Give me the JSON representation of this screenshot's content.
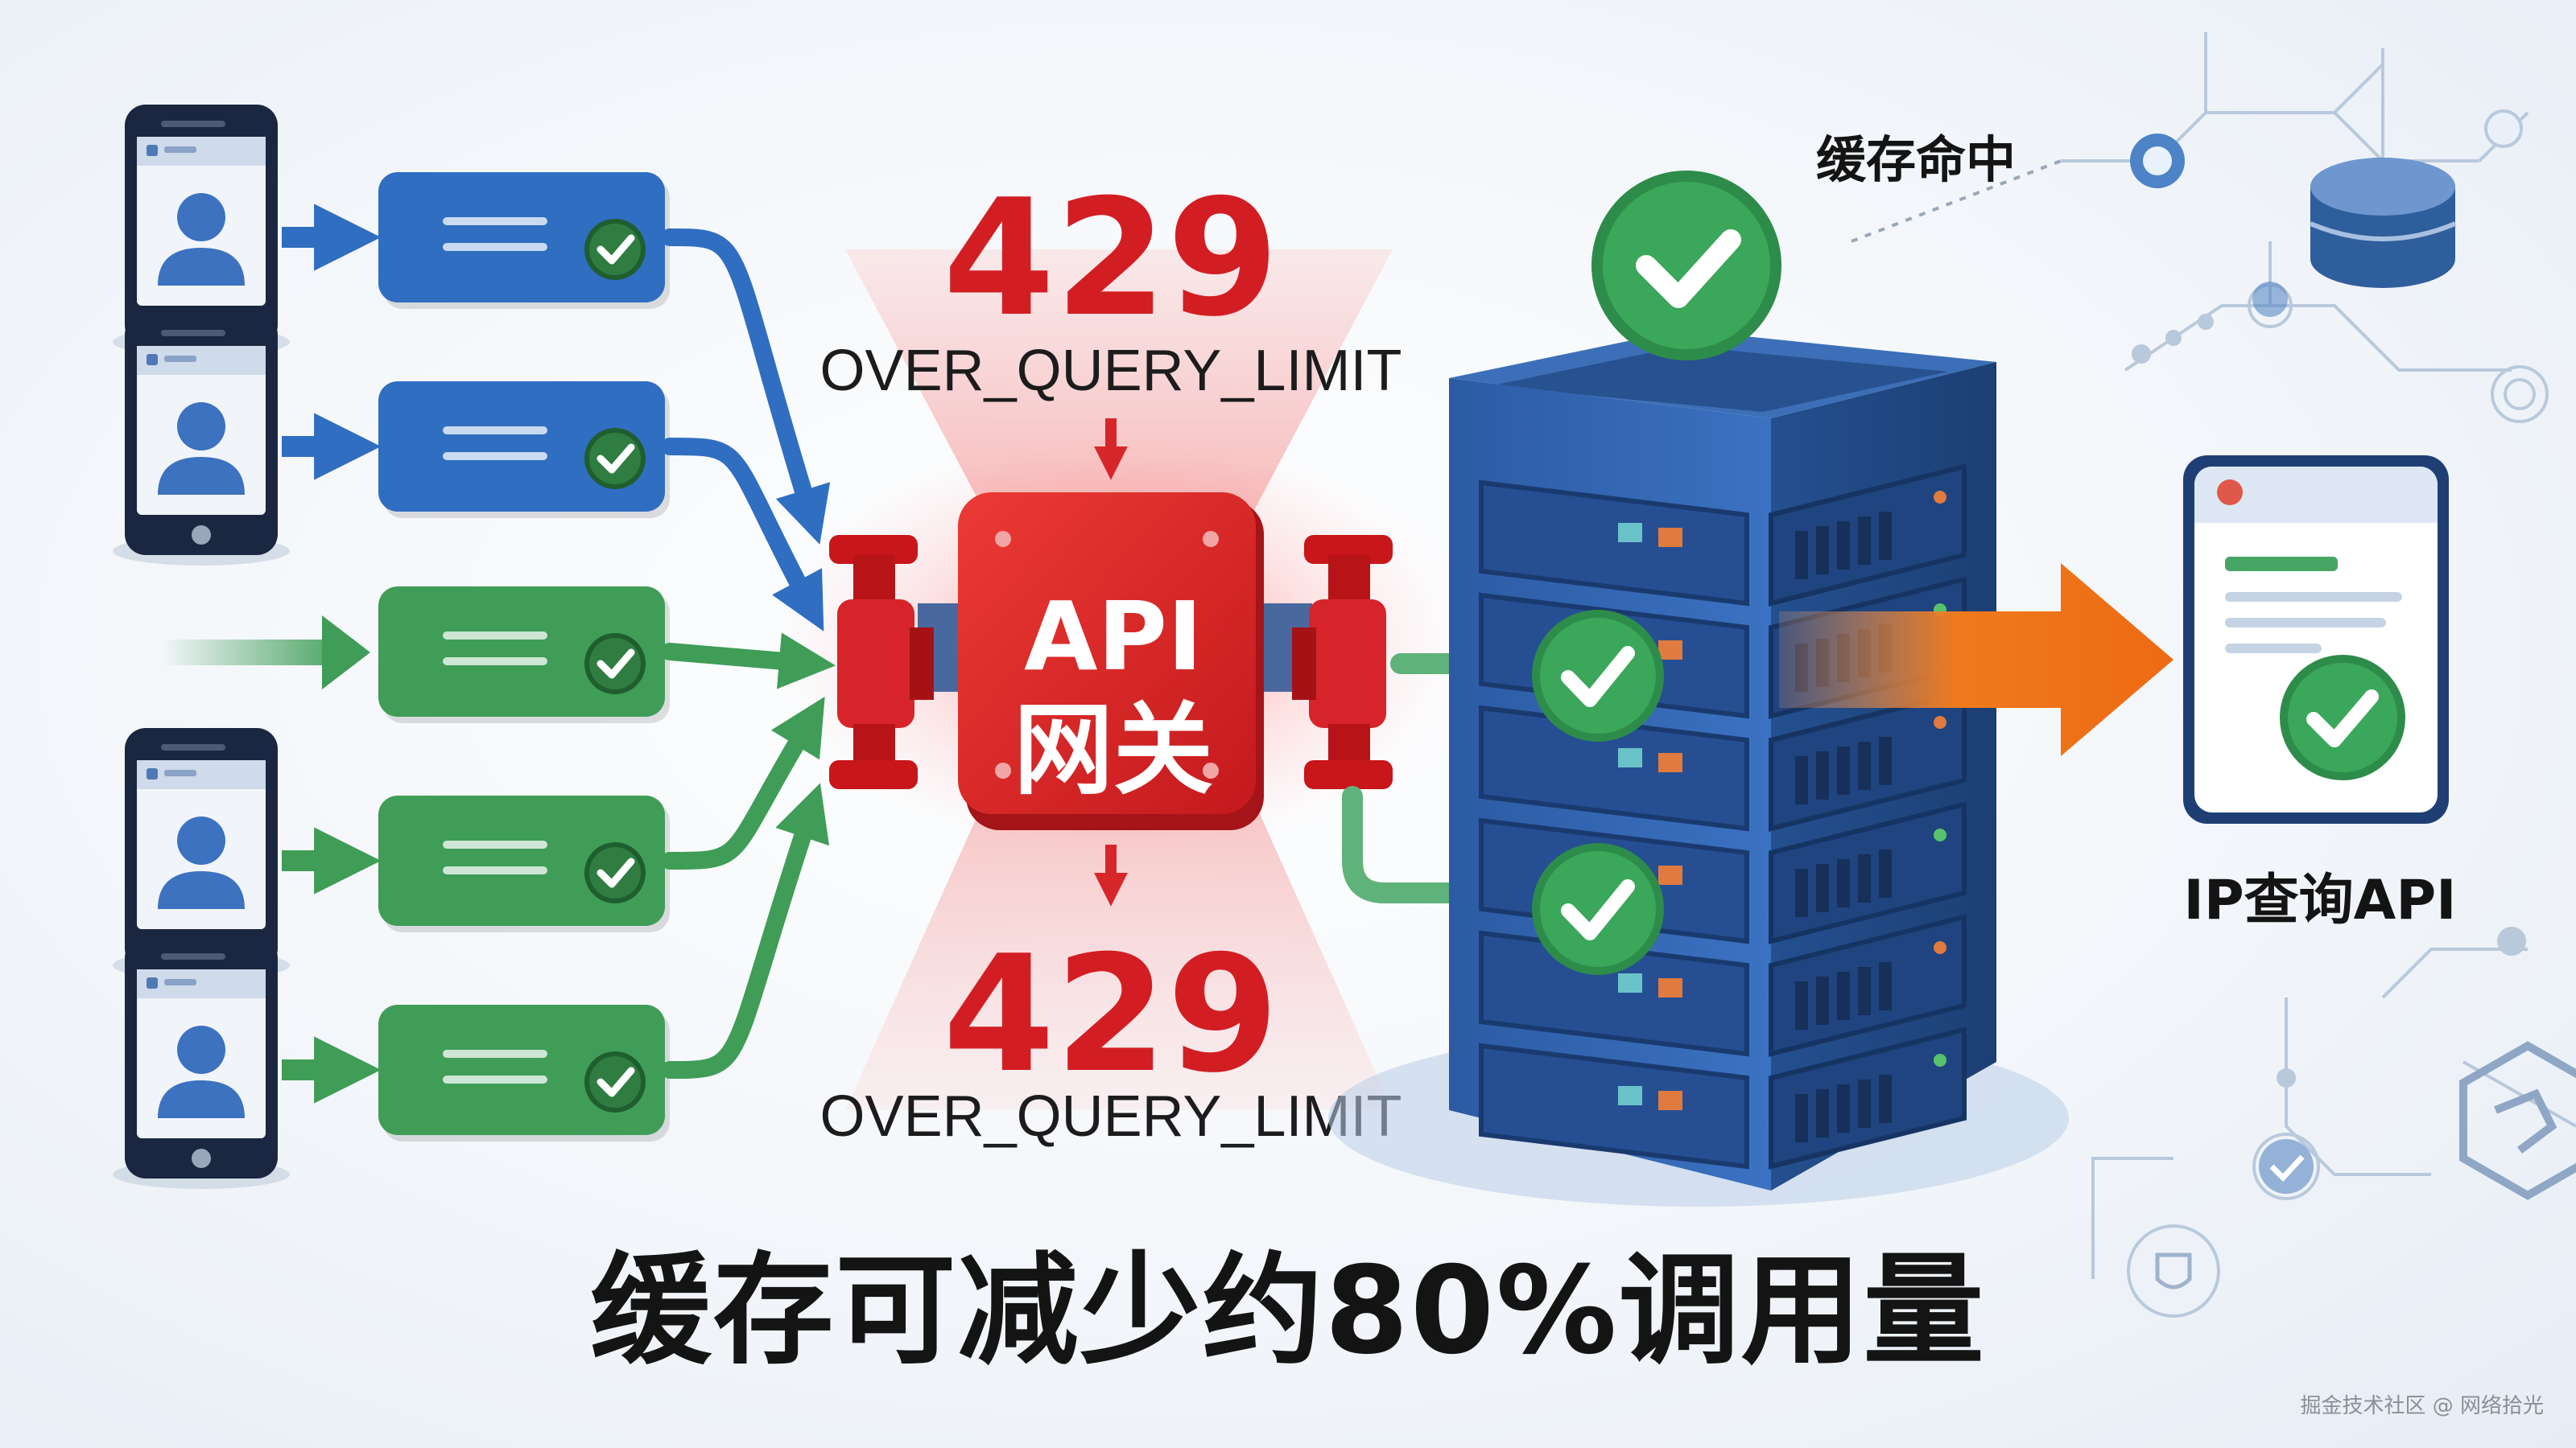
{
  "gateway": {
    "line1": "API",
    "line2": "网关",
    "error_top": {
      "code": "429",
      "message": "OVER_QUERY_LIMIT"
    },
    "error_bottom": {
      "code": "429",
      "message": "OVER_QUERY_LIMIT"
    }
  },
  "cache": {
    "label": "缓存命中"
  },
  "destination": {
    "label": "IP查询API"
  },
  "headline": "缓存可减少约80%调用量",
  "watermark": "掘金技术社区 @ 网络拾光",
  "colors": {
    "blue": "#2f6ec1",
    "green": "#3f9d57",
    "red": "#d7262a",
    "orange": "#ef7a1e",
    "server": "#2e5fa8"
  },
  "icons": {
    "client": "smartphone-user-icon",
    "request": "message-card-icon",
    "success": "check-circle-icon",
    "gateway": "valve-gateway-icon",
    "server": "server-rack-icon",
    "api_doc": "document-check-icon"
  },
  "clients": [
    {
      "type": "phone",
      "color": "blue"
    },
    {
      "type": "phone",
      "color": "blue"
    },
    {
      "type": "none",
      "color": "green"
    },
    {
      "type": "phone",
      "color": "green"
    },
    {
      "type": "phone",
      "color": "green"
    }
  ]
}
